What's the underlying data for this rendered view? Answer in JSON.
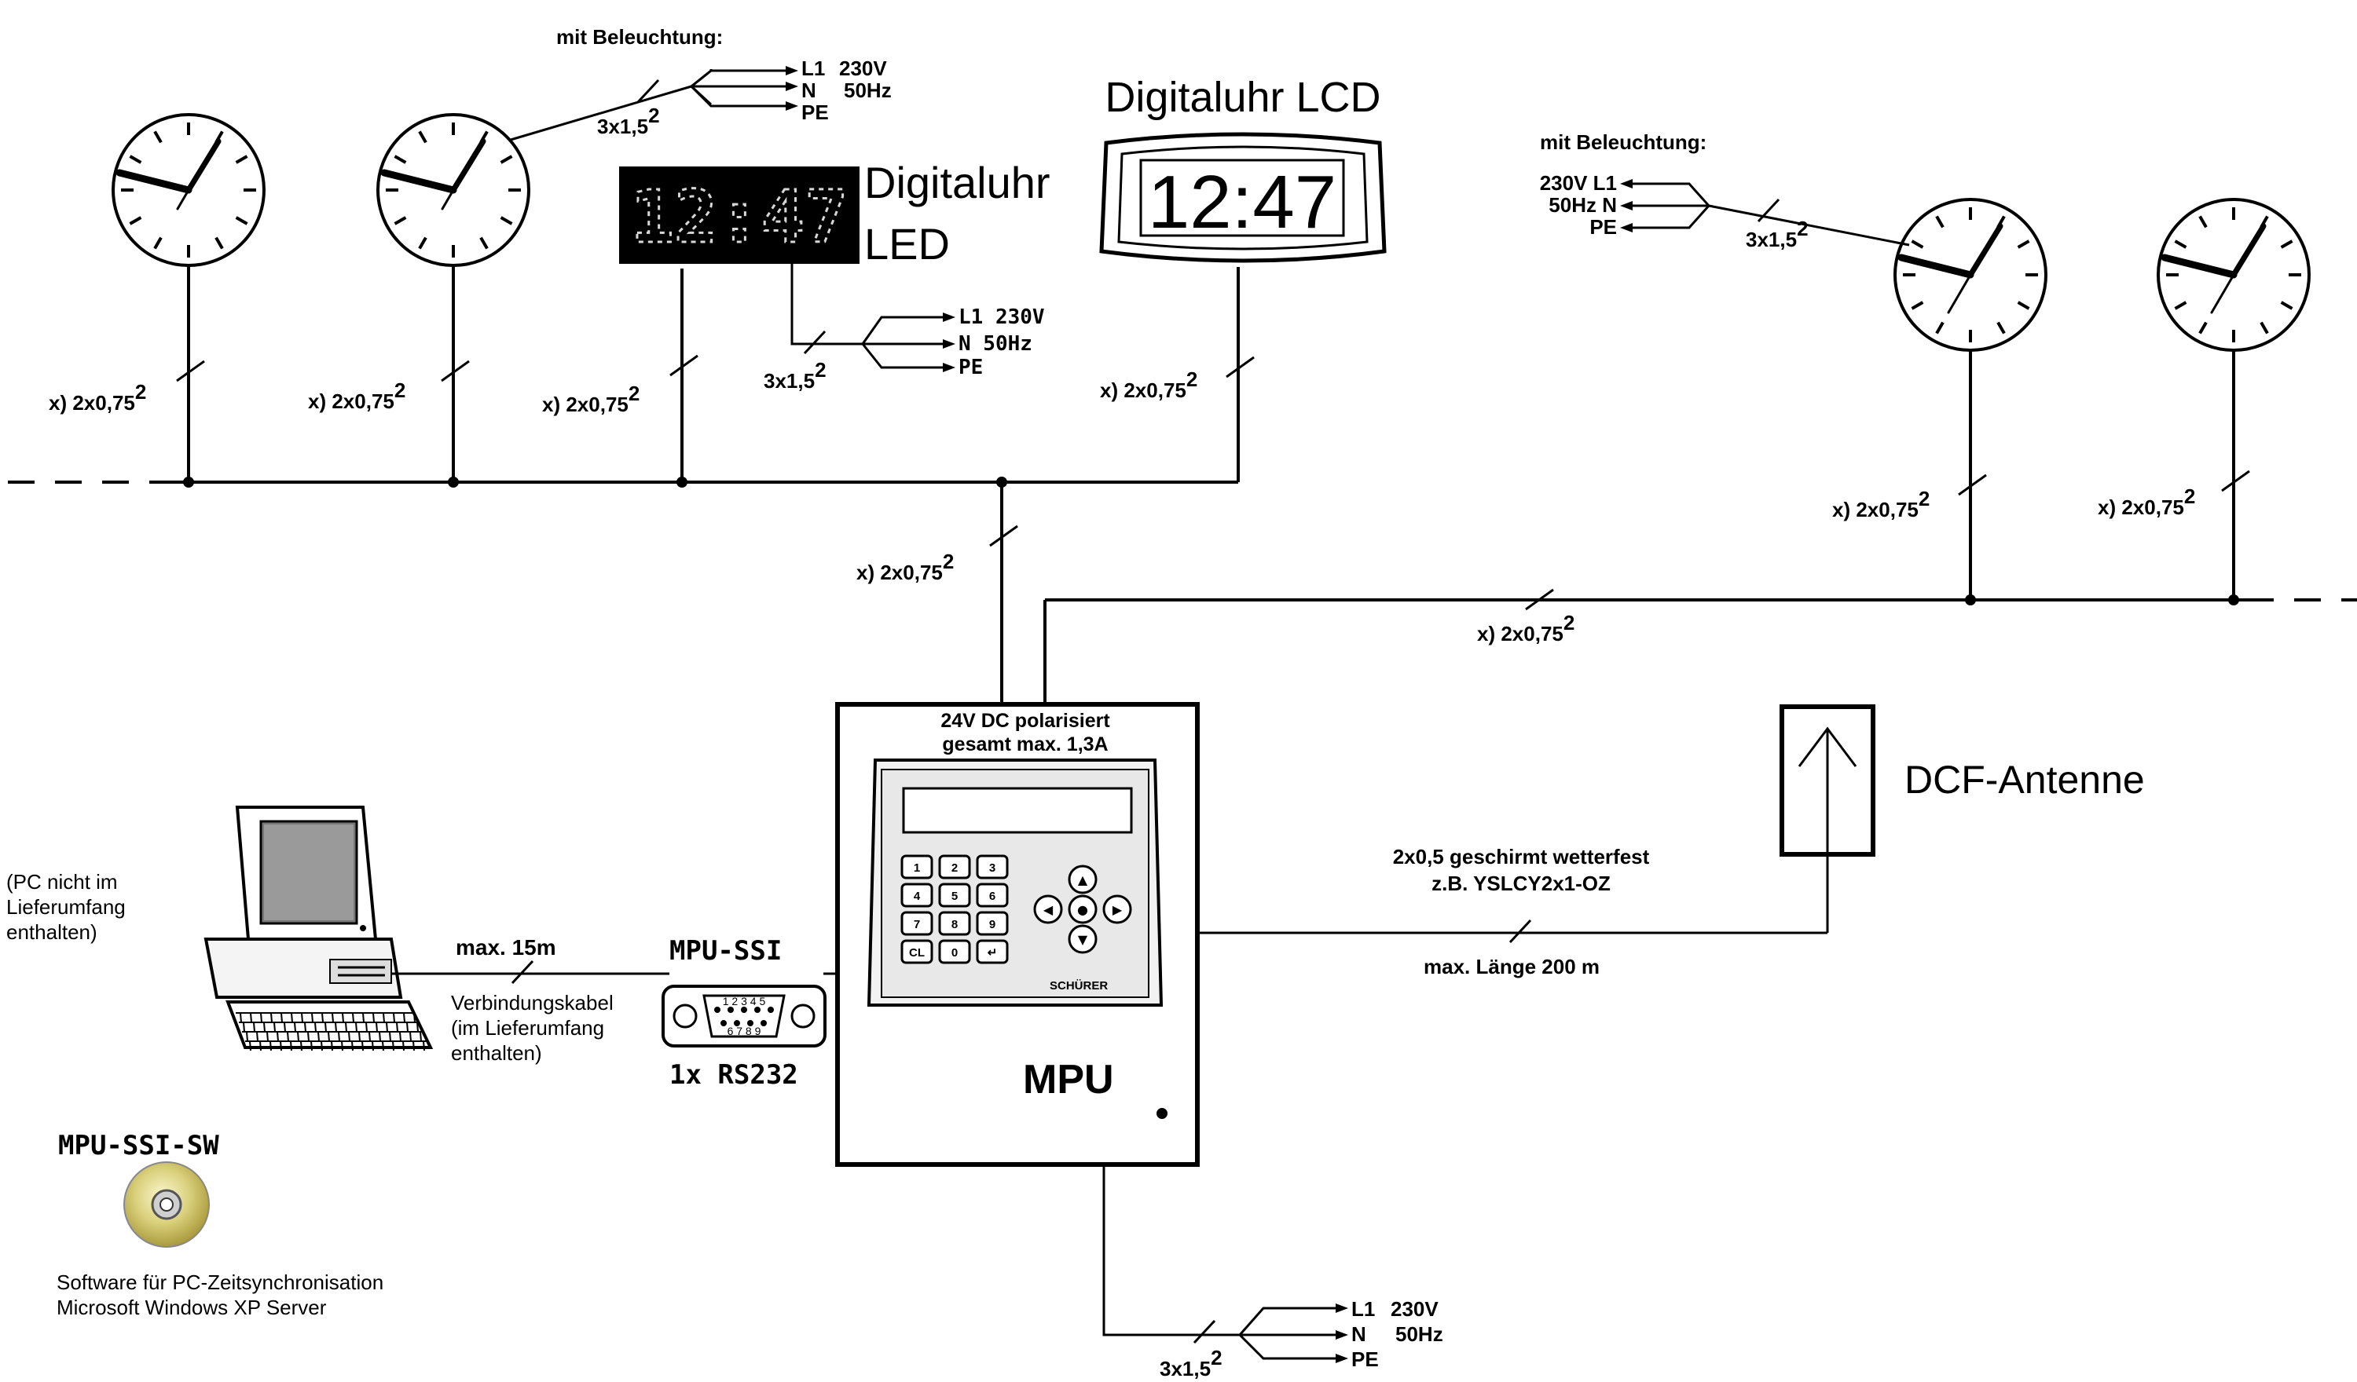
{
  "cable_labels": {
    "bus": "x) 2x0,75",
    "bus_sup": "2",
    "power": "3x1,5",
    "power_sup": "2"
  },
  "lighting_note": "mit Beleuchtung:",
  "power_left": {
    "l1": "L1",
    "l1v": "230V",
    "n": "N",
    "nv": "50Hz",
    "pe": "PE"
  },
  "power_led": {
    "l1": "L1 230V",
    "n": "N 50Hz",
    "pe": "PE"
  },
  "power_right": {
    "l1": "230V L1",
    "n": "50Hz N",
    "pe": "PE"
  },
  "power_bottom": {
    "l1": "L1",
    "l1v": "230V",
    "n": "N",
    "nv": "50Hz",
    "pe": "PE"
  },
  "displays": {
    "led_time": "12:47",
    "led_label_1": "Digitaluhr",
    "led_label_2": "LED",
    "lcd_time": "12:47",
    "lcd_label": "Digitaluhr LCD"
  },
  "mpu": {
    "supply_1": "24V DC polarisiert",
    "supply_2": "gesamt max. 1,3A",
    "name": "MPU",
    "brand": "SCHÜRER"
  },
  "antenna": {
    "label": "DCF-Antenne",
    "cable_1": "2x0,5 geschirmt wetterfest",
    "cable_2": "z.B. YSLCY2x1-OZ",
    "length": "max. Länge 200 m"
  },
  "pc": {
    "note_1": "(PC nicht im",
    "note_2": "Lieferumfang",
    "note_3": "enthalten)",
    "max_len": "max. 15m",
    "cable_1": "Verbindungskabel",
    "cable_2": "(im Lieferumfang",
    "cable_3": "enthalten)",
    "ssi": "MPU-SSI",
    "rs232": "1x RS232",
    "pins_top": "1 2 3 4 5",
    "pins_bottom": "6 7 8 9"
  },
  "software": {
    "title": "MPU-SSI-SW",
    "line1": "Software für PC-Zeitsynchronisation",
    "line2": "Microsoft Windows XP Server"
  },
  "keypad": {
    "keys": [
      "1",
      "2",
      "3",
      "4",
      "5",
      "6",
      "7",
      "8",
      "9",
      "CL",
      "0",
      "↵"
    ],
    "nav": [
      "◀",
      "▲",
      "●",
      "▶",
      "▼"
    ]
  }
}
